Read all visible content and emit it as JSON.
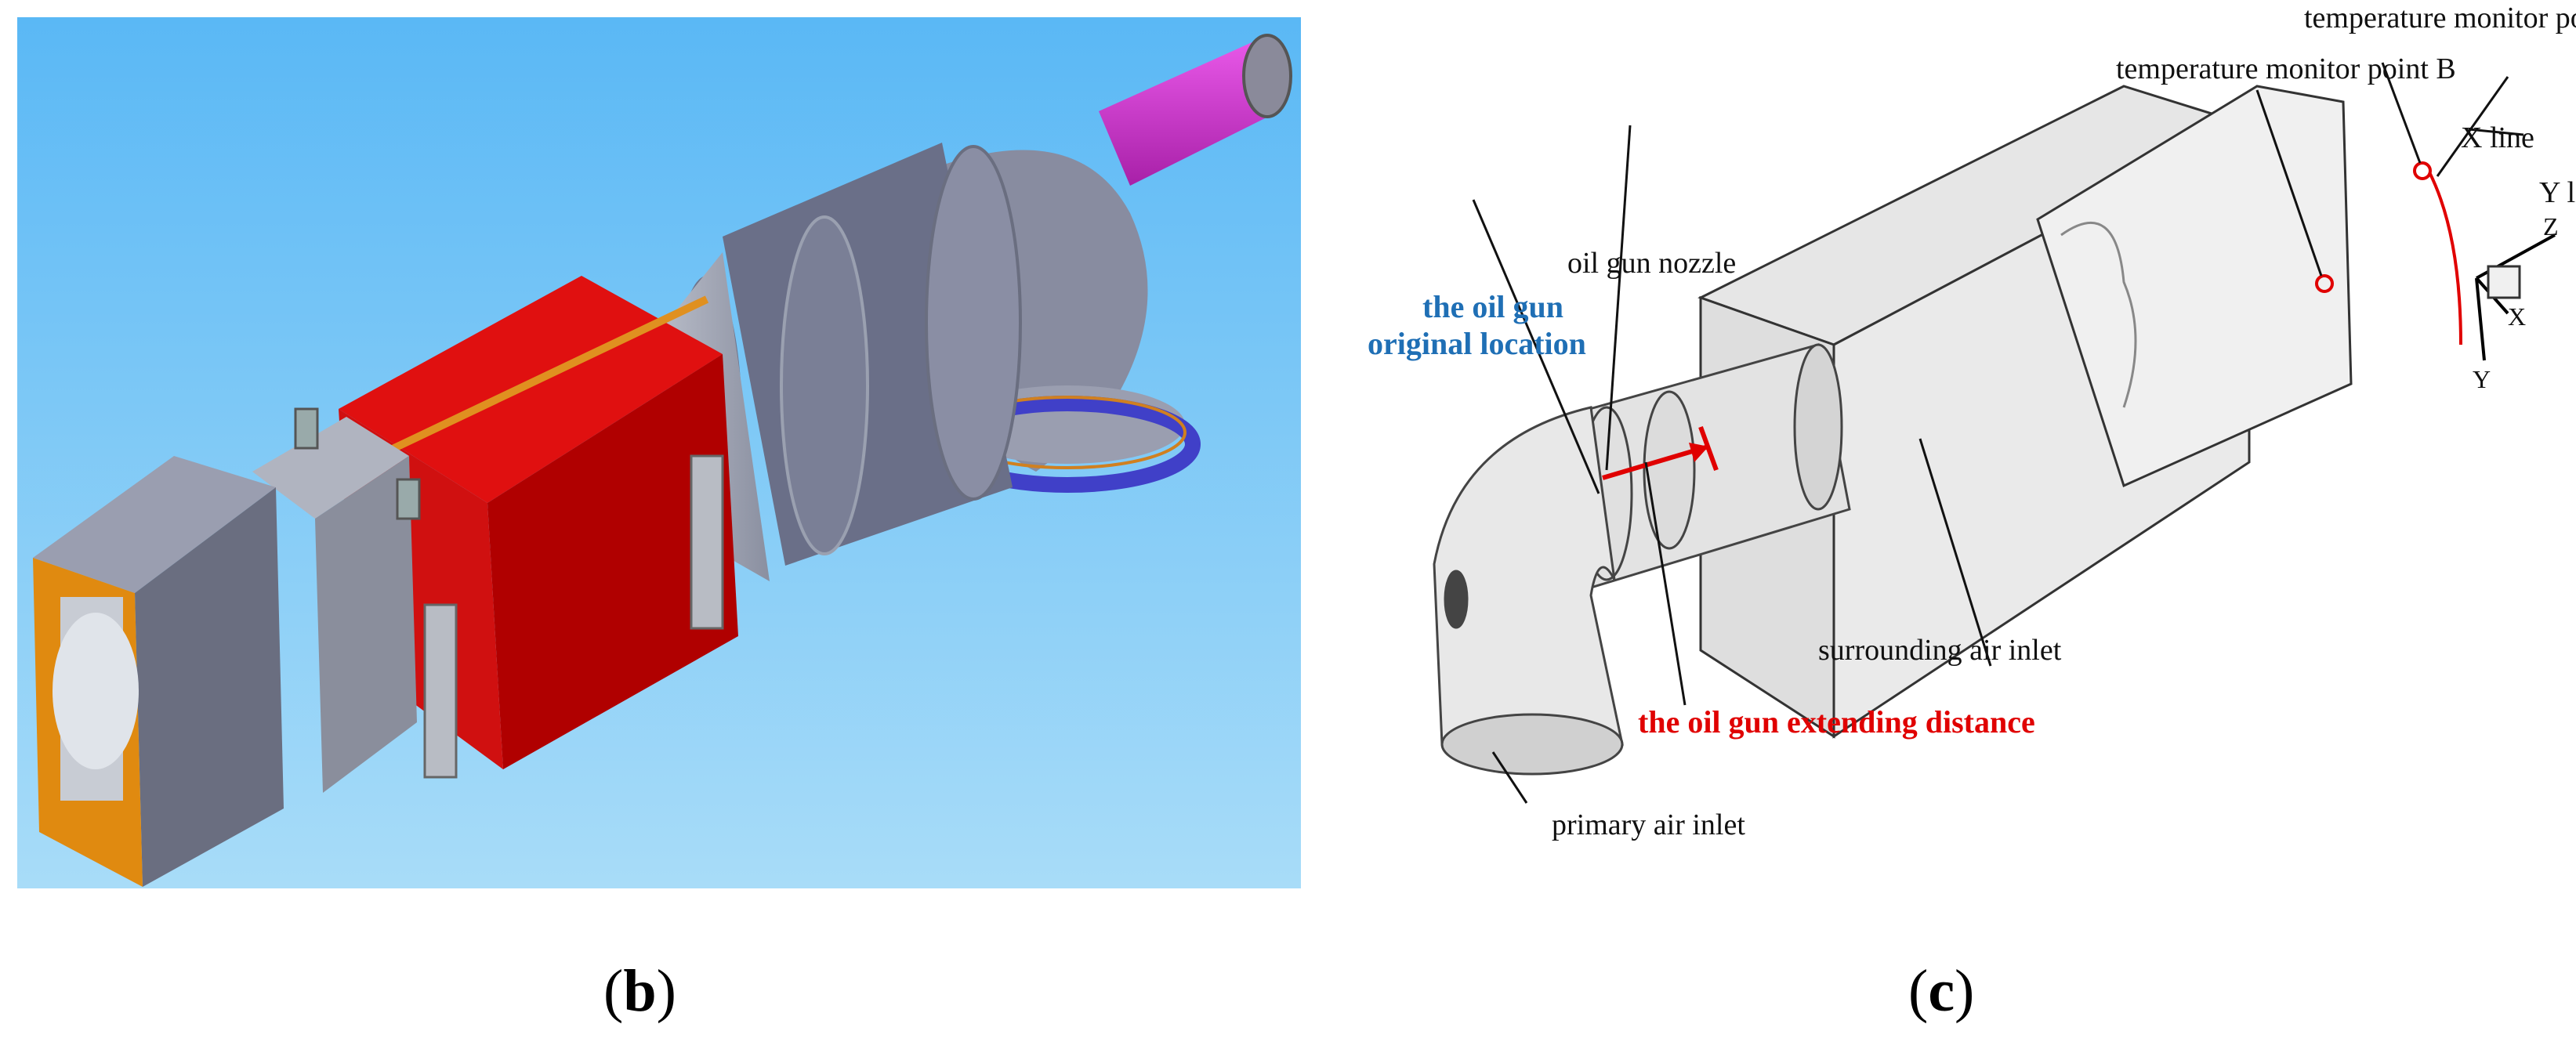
{
  "panels": {
    "b": {
      "caption": "b",
      "open": "(",
      "close": ")"
    },
    "c": {
      "caption": "c",
      "open": "(",
      "close": ")"
    }
  },
  "labels": {
    "monitor_a": "temperature monitor point A",
    "monitor_b": "temperature monitor point B",
    "x_line": "X line",
    "y_line": "Y line",
    "oil_gun_nozzle": "oil gun nozzle",
    "original_location_1": "the oil gun",
    "original_location_2": "original location",
    "extending_distance": "the oil gun extending distance",
    "surrounding_air_inlet": "surrounding air inlet",
    "primary_air_inlet": "primary air inlet",
    "axis_z": "Z",
    "axis_x": "X",
    "axis_y": "Y"
  },
  "colors": {
    "sky_top": "#5ab8f5",
    "sky_bottom": "#a6dbf8",
    "red_box": "#c00000",
    "gray_steel": "#777d94",
    "orange_frame": "#e08a10",
    "magenta_pipe": "#d030d0",
    "blue_ring": "#4040c8",
    "annotation_blue": "#1f6fb5",
    "annotation_red": "#e00000"
  }
}
